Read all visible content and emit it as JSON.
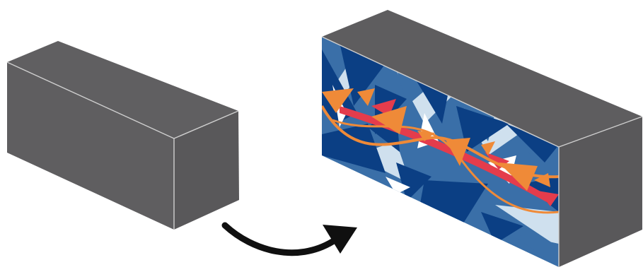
{
  "diagram": {
    "kind": "box-transformation",
    "left_box": {
      "state": "plain",
      "colors": {
        "face": "#5f5e60",
        "top": "#605f61",
        "side": "#59585a",
        "edge": "#cfcfcf"
      }
    },
    "arrow": {
      "direction": "left-to-right",
      "color": "#101010",
      "icon": "curved-arrow-icon"
    },
    "right_box": {
      "state": "cutaway-with-pattern",
      "colors": {
        "top": "#5e5d5f",
        "side": "#59585a",
        "pattern_dark_blue": "#0b3f84",
        "pattern_mid_blue": "#3a6fa8",
        "pattern_light_blue": "#cfe0ee",
        "pattern_white": "#ffffff",
        "accent_orange": "#ef8a38",
        "accent_red": "#e43c4c"
      }
    }
  }
}
